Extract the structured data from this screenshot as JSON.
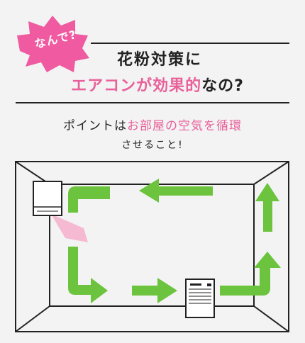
{
  "badge": {
    "text": "なんで?",
    "color": "#ef5aa0"
  },
  "heading": {
    "line1": "花粉対策に",
    "line2_pink": "エアコンが効果的",
    "line2_dark": "なの?"
  },
  "subheading": {
    "line1_dark": "ポイントは",
    "line1_pink": "お部屋の空気を循環",
    "line2": "させること!"
  },
  "colors": {
    "accent_pink": "#e8619a",
    "arrow_green": "#6cc33e",
    "line": "#222222"
  },
  "icons": [
    "air-conditioner-icon",
    "air-purifier-icon",
    "airflow-arrow-icon"
  ]
}
